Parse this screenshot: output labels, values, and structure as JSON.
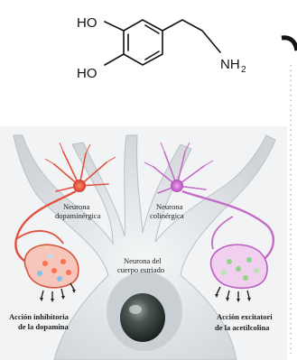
{
  "molecule": {
    "oh_top": "HO",
    "oh_bottom": "HO",
    "amine_main": "NH",
    "amine_sub": "2"
  },
  "diagram": {
    "dopaminergic_neuron": [
      "Neurona",
      "dopaminérgica"
    ],
    "cholinergic_neuron": [
      "Neurona",
      "colinérgica"
    ],
    "striatal_neuron": [
      "Neurona del",
      "cuerpo estriado"
    ],
    "inhibitory_action": [
      "Acción inhibitoria",
      "de la dopamina"
    ],
    "excitatory_action": [
      "Acción excitatori",
      "de la acetilcolina"
    ]
  },
  "colors": {
    "background": "#ffffff",
    "body": "#e4e7ea",
    "dopamine": "#e0523f",
    "acetylcholine": "#c46bc8",
    "nucleus": "#2d3633"
  }
}
